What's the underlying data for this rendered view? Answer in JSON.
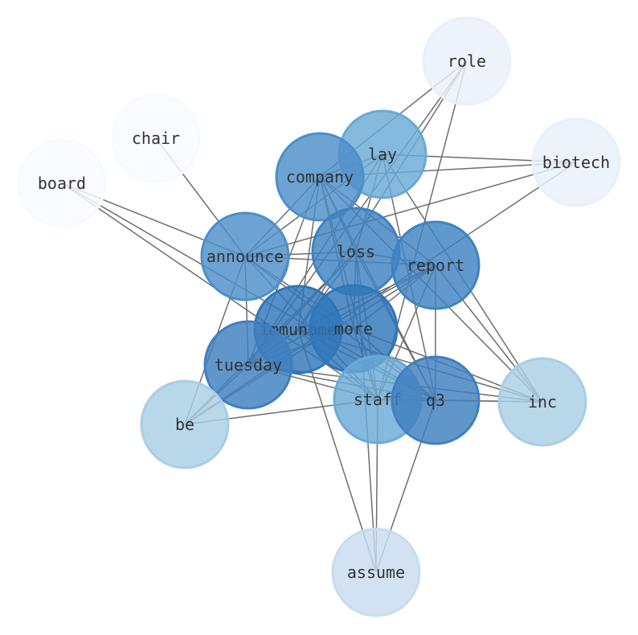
{
  "graph": {
    "nodes": [
      {
        "id": "role",
        "label": "role",
        "color": "#e8f0f9"
      },
      {
        "id": "chair",
        "label": "chair",
        "color": "#f6faff"
      },
      {
        "id": "board",
        "label": "board",
        "color": "#f6faff"
      },
      {
        "id": "biotech",
        "label": "biotech",
        "color": "#e8f0f9"
      },
      {
        "id": "lay",
        "label": "lay",
        "color": "#6aa9d6"
      },
      {
        "id": "company",
        "label": "company",
        "color": "#4d8fc8"
      },
      {
        "id": "announce",
        "label": "announce",
        "color": "#4d8fc8"
      },
      {
        "id": "loss",
        "label": "loss",
        "color": "#3e83c2"
      },
      {
        "id": "report",
        "label": "report",
        "color": "#3e83c2"
      },
      {
        "id": "immunome",
        "label": "immunome",
        "color": "#2f76b9"
      },
      {
        "id": "more",
        "label": "more",
        "color": "#2f76b9"
      },
      {
        "id": "tuesday",
        "label": "tuesday",
        "color": "#3e7fc0"
      },
      {
        "id": "staff",
        "label": "staff",
        "color": "#6aa9d6"
      },
      {
        "id": "q3",
        "label": "q3",
        "color": "#3e7fc0"
      },
      {
        "id": "inc",
        "label": "inc",
        "color": "#a8cee4"
      },
      {
        "id": "be",
        "label": "be",
        "color": "#a8cee4"
      },
      {
        "id": "assume",
        "label": "assume",
        "color": "#c8dcf0"
      }
    ],
    "edges": [
      [
        "role",
        "company"
      ],
      [
        "role",
        "staff"
      ],
      [
        "role",
        "tuesday"
      ],
      [
        "role",
        "immunome"
      ],
      [
        "chair",
        "announce"
      ],
      [
        "board",
        "announce"
      ],
      [
        "board",
        "staff"
      ],
      [
        "board",
        "q3"
      ],
      [
        "biotech",
        "lay"
      ],
      [
        "biotech",
        "company"
      ],
      [
        "biotech",
        "announce"
      ],
      [
        "biotech",
        "be"
      ],
      [
        "lay",
        "company"
      ],
      [
        "lay",
        "announce"
      ],
      [
        "lay",
        "loss"
      ],
      [
        "lay",
        "tuesday"
      ],
      [
        "lay",
        "q3"
      ],
      [
        "lay",
        "inc"
      ],
      [
        "company",
        "announce"
      ],
      [
        "company",
        "loss"
      ],
      [
        "company",
        "report"
      ],
      [
        "company",
        "immunome"
      ],
      [
        "company",
        "more"
      ],
      [
        "company",
        "tuesday"
      ],
      [
        "company",
        "staff"
      ],
      [
        "company",
        "q3"
      ],
      [
        "company",
        "inc"
      ],
      [
        "announce",
        "loss"
      ],
      [
        "announce",
        "report"
      ],
      [
        "announce",
        "more"
      ],
      [
        "announce",
        "staff"
      ],
      [
        "announce",
        "q3"
      ],
      [
        "announce",
        "be"
      ],
      [
        "announce",
        "tuesday"
      ],
      [
        "loss",
        "report"
      ],
      [
        "loss",
        "immunome"
      ],
      [
        "loss",
        "more"
      ],
      [
        "loss",
        "tuesday"
      ],
      [
        "loss",
        "staff"
      ],
      [
        "loss",
        "q3"
      ],
      [
        "loss",
        "assume"
      ],
      [
        "loss",
        "be"
      ],
      [
        "report",
        "immunome"
      ],
      [
        "report",
        "more"
      ],
      [
        "report",
        "tuesday"
      ],
      [
        "report",
        "staff"
      ],
      [
        "report",
        "q3"
      ],
      [
        "report",
        "inc"
      ],
      [
        "report",
        "be"
      ],
      [
        "immunome",
        "more"
      ],
      [
        "immunome",
        "tuesday"
      ],
      [
        "immunome",
        "staff"
      ],
      [
        "immunome",
        "q3"
      ],
      [
        "immunome",
        "inc"
      ],
      [
        "immunome",
        "assume"
      ],
      [
        "more",
        "tuesday"
      ],
      [
        "more",
        "staff"
      ],
      [
        "more",
        "q3"
      ],
      [
        "more",
        "inc"
      ],
      [
        "tuesday",
        "staff"
      ],
      [
        "tuesday",
        "q3"
      ],
      [
        "tuesday",
        "inc"
      ],
      [
        "tuesday",
        "be"
      ],
      [
        "staff",
        "q3"
      ],
      [
        "staff",
        "be"
      ],
      [
        "staff",
        "assume"
      ],
      [
        "staff",
        "inc"
      ],
      [
        "q3",
        "inc"
      ],
      [
        "q3",
        "assume"
      ]
    ]
  }
}
